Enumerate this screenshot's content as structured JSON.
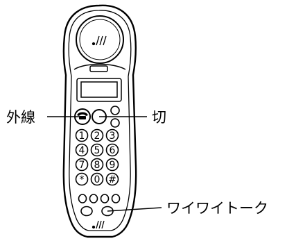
{
  "labels": {
    "outside_line": "外線",
    "end_call": "切",
    "walkie_talkie": "ワイワイトーク"
  },
  "keypad": {
    "rows": [
      [
        "1",
        "2",
        "3"
      ],
      [
        "4",
        "5",
        "6"
      ],
      [
        "7",
        "8",
        "9"
      ],
      [
        "*",
        "0",
        "#"
      ]
    ]
  },
  "icons": {
    "speaker_grille": "speaker-grille-icon",
    "talk_button": "phone-handset-icon",
    "mic_grille": "microphone-grille-icon"
  }
}
